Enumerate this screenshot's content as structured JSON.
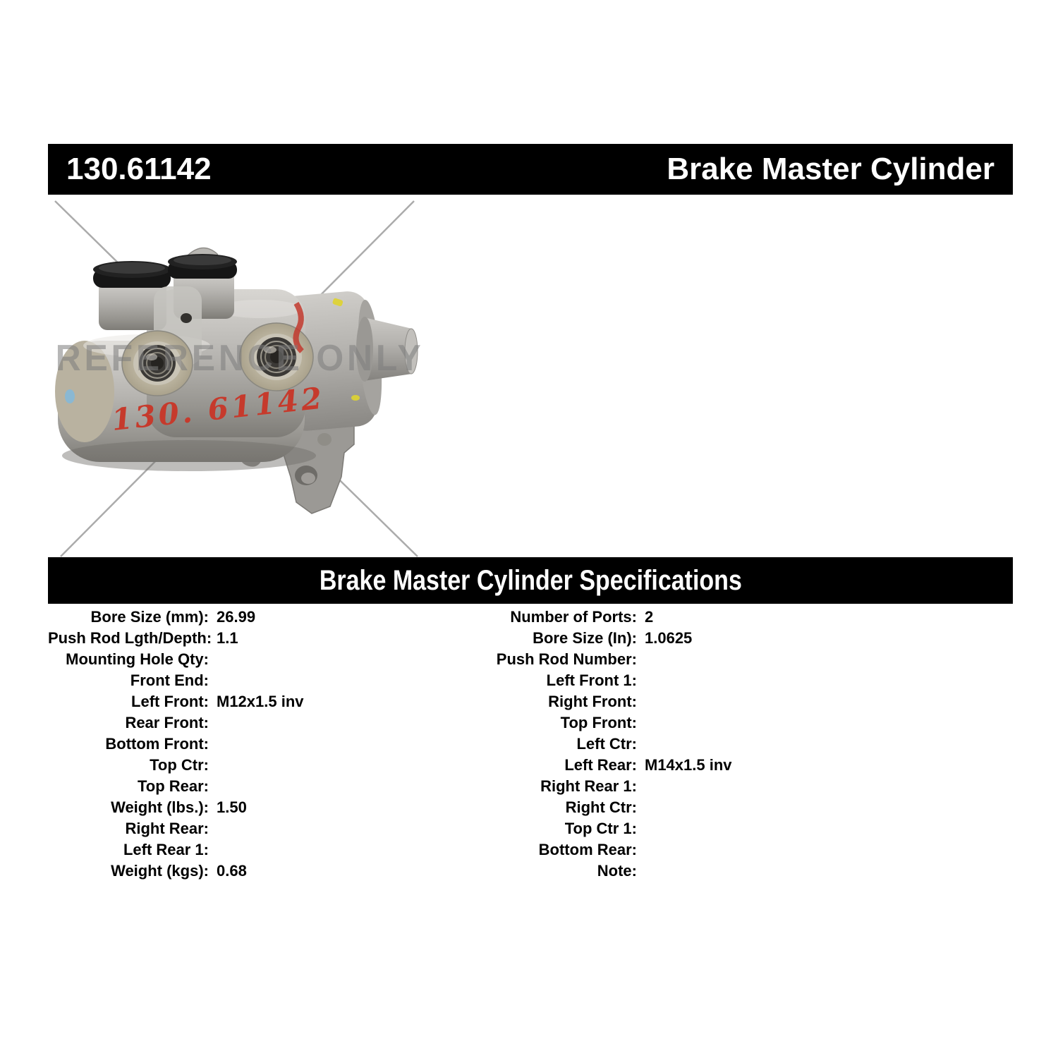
{
  "header": {
    "part_number": "130.61142",
    "product_name": "Brake Master Cylinder"
  },
  "photo": {
    "watermark": "REFERENCE ONLY",
    "handwritten_text": "130. 61142"
  },
  "specs": {
    "title": "Brake Master Cylinder Specifications",
    "left": [
      {
        "label": "Bore Size (mm):",
        "value": "26.99"
      },
      {
        "label": "Push Rod Lgth/Depth:",
        "value": "1.1"
      },
      {
        "label": "Mounting Hole Qty:",
        "value": ""
      },
      {
        "label": "Front End:",
        "value": ""
      },
      {
        "label": "Left Front:",
        "value": "M12x1.5 inv"
      },
      {
        "label": "Rear Front:",
        "value": ""
      },
      {
        "label": "Bottom Front:",
        "value": ""
      },
      {
        "label": "Top Ctr:",
        "value": ""
      },
      {
        "label": "Top Rear:",
        "value": ""
      },
      {
        "label": "Weight (lbs.):",
        "value": "1.50"
      },
      {
        "label": "Right Rear:",
        "value": ""
      },
      {
        "label": "Left Rear 1:",
        "value": ""
      },
      {
        "label": "Weight (kgs):",
        "value": "0.68"
      }
    ],
    "right": [
      {
        "label": "Number of Ports:",
        "value": "2"
      },
      {
        "label": "Bore Size (In):",
        "value": "1.0625"
      },
      {
        "label": "Push Rod Number:",
        "value": ""
      },
      {
        "label": "Left Front 1:",
        "value": ""
      },
      {
        "label": "Right Front:",
        "value": ""
      },
      {
        "label": "Top Front:",
        "value": ""
      },
      {
        "label": "Left Ctr:",
        "value": ""
      },
      {
        "label": "Left Rear:",
        "value": "M14x1.5 inv"
      },
      {
        "label": "Right Rear 1:",
        "value": ""
      },
      {
        "label": "Right Ctr:",
        "value": ""
      },
      {
        "label": "Top Ctr 1:",
        "value": ""
      },
      {
        "label": "Bottom Rear:",
        "value": ""
      },
      {
        "label": "Note:",
        "value": ""
      }
    ]
  },
  "colors": {
    "bar_background": "#000000",
    "bar_text": "#ffffff",
    "spec_text": "#000000",
    "watermark_gray": "#7d7d7d",
    "diagonal_line_gray": "#ababab",
    "handwriting_red": "#c63a2c",
    "metal_gray": "#b7b5b1",
    "cap_black": "#161616"
  }
}
